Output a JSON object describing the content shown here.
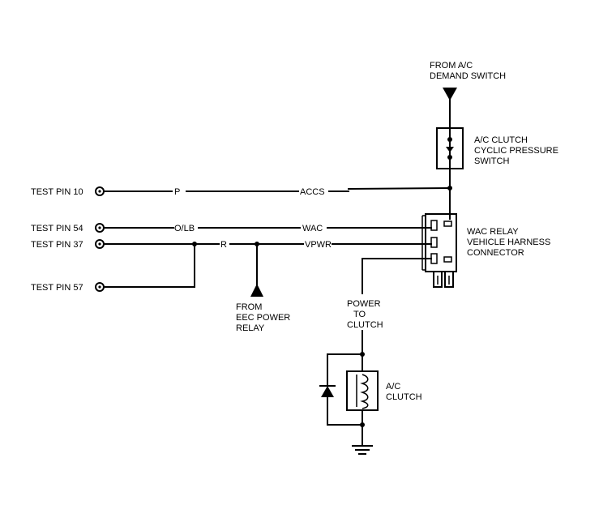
{
  "test_pins": {
    "pin10": "TEST PIN 10",
    "pin54": "TEST PIN 54",
    "pin37": "TEST PIN 37",
    "pin57": "TEST PIN 57"
  },
  "wire_colors": {
    "p": "P",
    "olb": "O/LB",
    "r": "R"
  },
  "circuits": {
    "accs": "ACCS",
    "wac": "WAC",
    "vpwr": "VPWR"
  },
  "from_ac": {
    "line1": "FROM A/C",
    "line2": "DEMAND SWITCH"
  },
  "pressure_switch": {
    "line1": "A/C CLUTCH",
    "line2": "CYCLIC PRESSURE",
    "line3": "SWITCH"
  },
  "relay_connector": {
    "line1": "WAC RELAY",
    "line2": "VEHICLE HARNESS",
    "line3": "CONNECTOR"
  },
  "eec_relay": {
    "line1": "FROM",
    "line2": "EEC POWER",
    "line3": "RELAY"
  },
  "power_to_clutch": {
    "line1": "POWER",
    "line2": "TO",
    "line3": "CLUTCH"
  },
  "clutch": {
    "line1": "A/C",
    "line2": "CLUTCH"
  }
}
